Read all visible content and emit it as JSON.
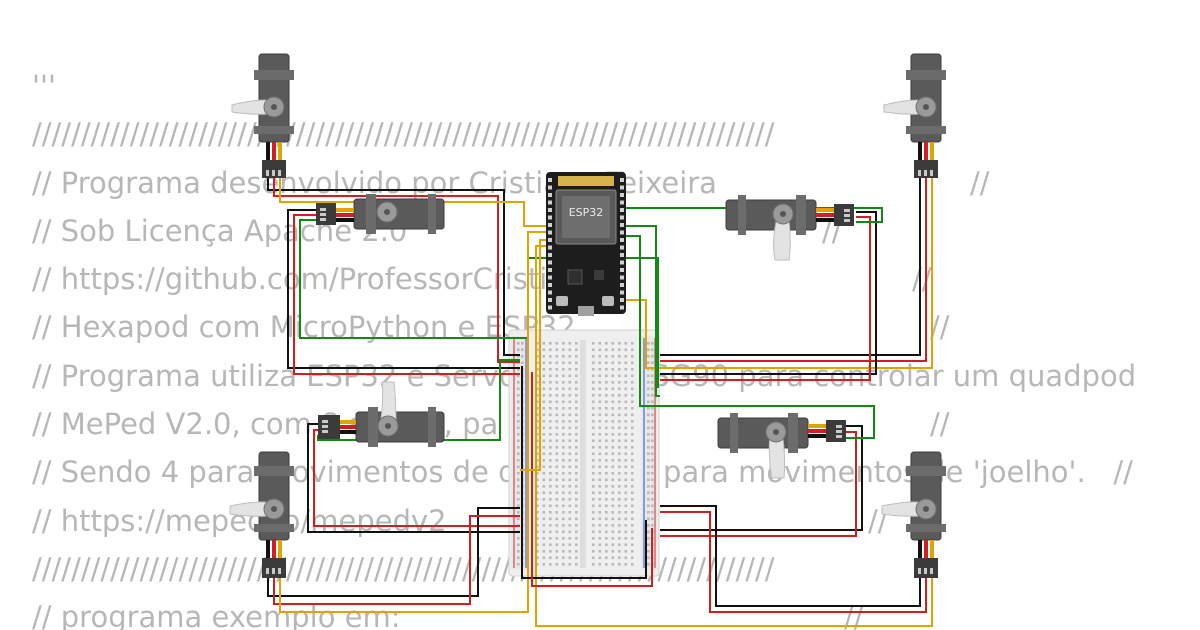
{
  "code_lines": [
    {
      "text": "'''",
      "tail": ""
    },
    {
      "text": "////////////////////////////////////////////////////////////////////////////",
      "tail": ""
    },
    {
      "text": "// Programa desenvolvido por Cristiano Teixeira",
      "tail": "//"
    },
    {
      "text": "// Sob Licença Apache 2.0",
      "tail": "//"
    },
    {
      "text": "// https://github.com/ProfessorCristiano",
      "tail": "//"
    },
    {
      "text": "// Hexapod com MicroPython e ESP32",
      "tail": "//"
    },
    {
      "text": "// Programa utiliza ESP32 e Servo Motores SG90 para controlar um quadpod",
      "tail": ""
    },
    {
      "text": "// MePed V2.0, com 8 servos, pa",
      "tail": "//"
    },
    {
      "text": "// Sendo 4 para movimentos de quadril e 4 para movimentos de 'joelho'.   //",
      "tail": ""
    },
    {
      "text": "// https://meped.io/mepedv2",
      "tail": "//"
    },
    {
      "text": "////////////////////////////////////////////////////////////////////////////",
      "tail": ""
    },
    {
      "text": "// programa exemplo em:",
      "tail": "//"
    }
  ],
  "board": {
    "label": "ESP32"
  },
  "colors": {
    "background": "#ffffff",
    "code_text": "#b7b7b7",
    "wire_black": "#111111",
    "wire_red": "#d11f1f",
    "wire_orange": "#e2a200",
    "wire_green": "#138a13",
    "servo_body": "#5a5a5a",
    "board_pcb": "#1d1d1d",
    "breadboard": "#efefef"
  }
}
